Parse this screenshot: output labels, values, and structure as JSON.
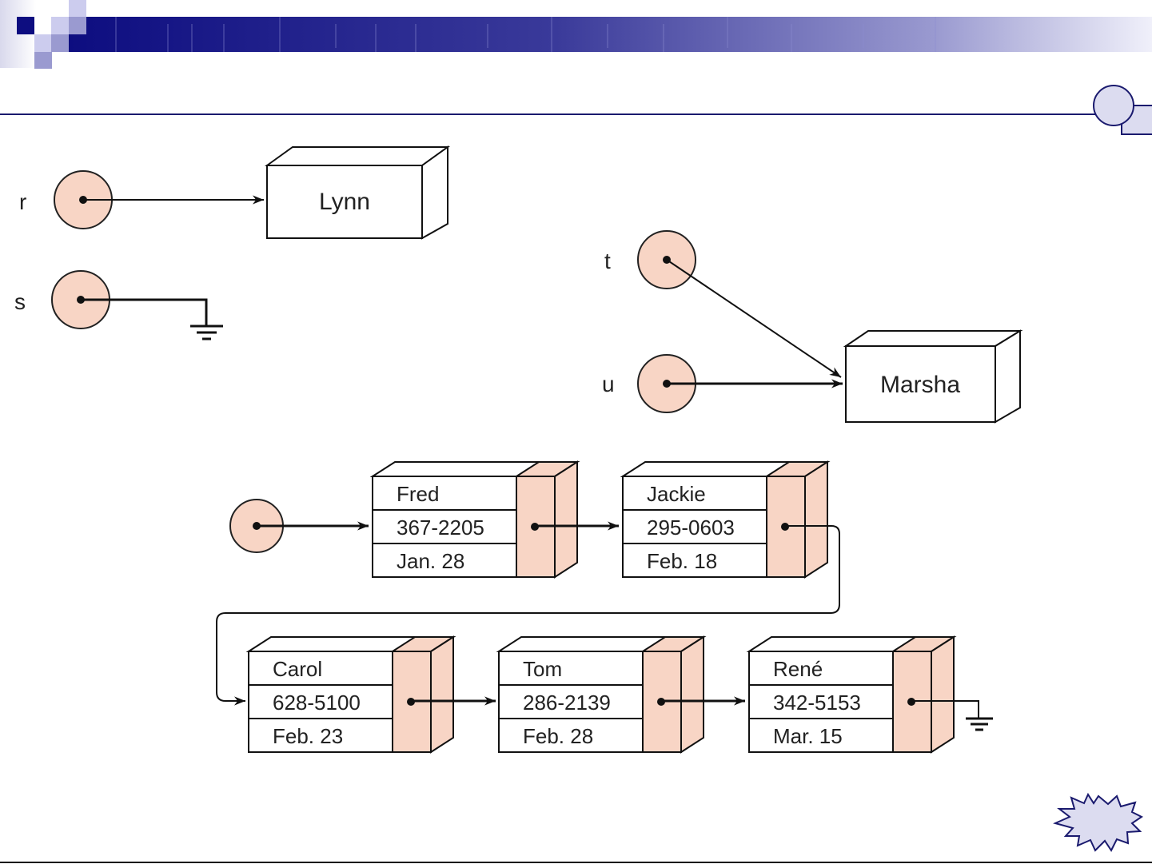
{
  "slide": {
    "colors": {
      "header_dark": "#0d0d80",
      "header_light": "#ccccee",
      "accent_navy": "#1a1a6e",
      "ref_fill": "#f8d5c5",
      "shape_fill": "#dcdcf0"
    },
    "decorations": {
      "top_right": "circle-square-icon",
      "bottom_right": "starburst-icon"
    }
  },
  "diagram": {
    "references": [
      {
        "name": "r",
        "target": "Lynn"
      },
      {
        "name": "s",
        "target": null
      },
      {
        "name": "t",
        "target": "Marsha"
      },
      {
        "name": "u",
        "target": "Marsha"
      }
    ],
    "objects": [
      {
        "label": "Lynn"
      },
      {
        "label": "Marsha"
      }
    ],
    "linked_list": {
      "nodes": [
        {
          "name": "Fred",
          "phone": "367-2205",
          "date": "Jan. 28"
        },
        {
          "name": "Jackie",
          "phone": "295-0603",
          "date": "Feb. 18"
        },
        {
          "name": "Carol",
          "phone": "628-5100",
          "date": "Feb. 23"
        },
        {
          "name": "Tom",
          "phone": "286-2139",
          "date": "Feb. 28"
        },
        {
          "name": "René",
          "phone": "342-5153",
          "date": "Mar. 15"
        }
      ],
      "terminator": "null-ground-icon"
    }
  }
}
